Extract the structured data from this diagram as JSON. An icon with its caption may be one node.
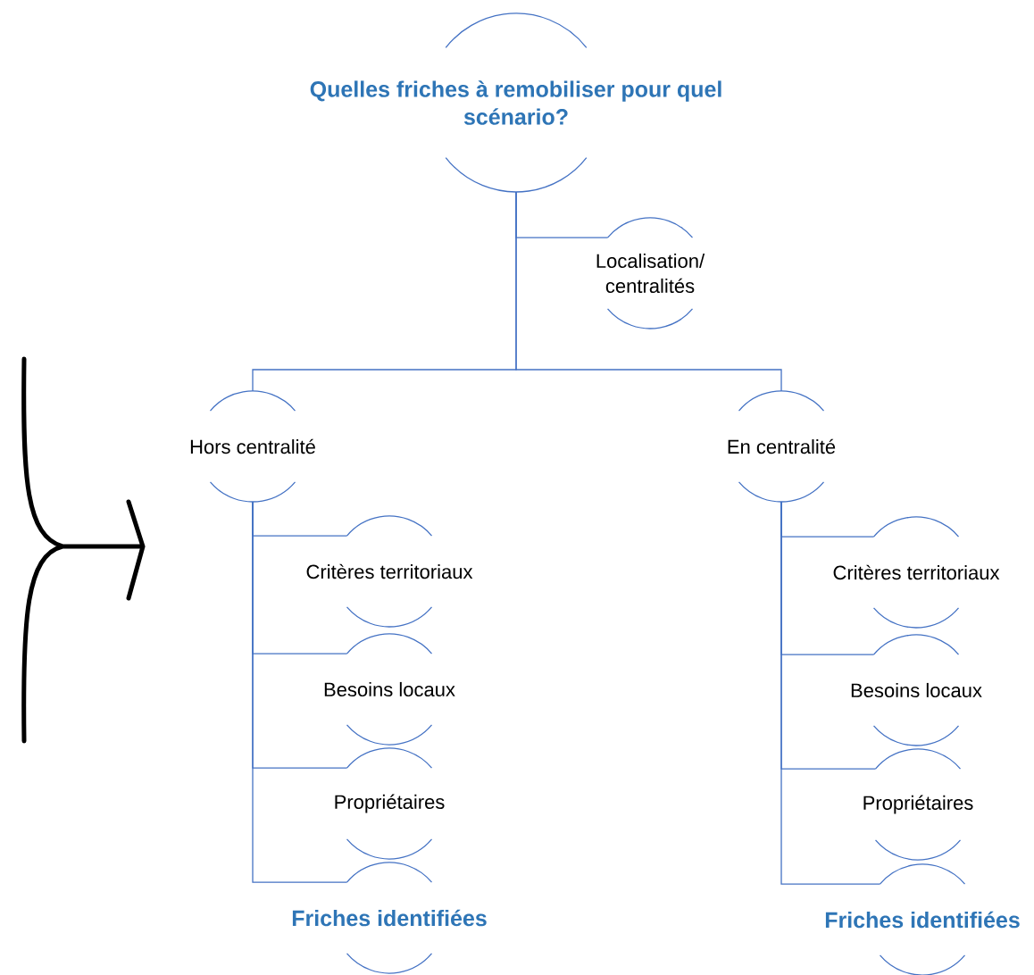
{
  "diagram": {
    "nodes": [
      {
        "text": [
          "Quelles friches à remobiliser pour quel scénario?"
        ]
      },
      {
        "text": [
          "Localisation/ centralités"
        ]
      },
      {
        "text": [
          "Hors centralité"
        ]
      },
      {
        "text": [
          "En centralité"
        ]
      },
      {
        "text": [
          "Critères territoriaux"
        ]
      },
      {
        "text": [
          "Besoins locaux"
        ]
      },
      {
        "text": [
          "Propriétaires"
        ]
      },
      {
        "text": [
          "Friches identifiées"
        ]
      },
      {
        "text": [
          "Critères territoriaux"
        ]
      },
      {
        "text": [
          "Besoins locaux"
        ]
      },
      {
        "text": [
          "Propriétaires"
        ]
      },
      {
        "text": [
          "Friches identifiées"
        ]
      }
    ],
    "edges": [
      {
        "from": 0,
        "to": 1,
        "arrow": "none"
      },
      {
        "from": 0,
        "to": 2,
        "arrow": "none"
      },
      {
        "from": 0,
        "to": 3,
        "arrow": "none"
      },
      {
        "from": 2,
        "to": 4,
        "arrow": "none"
      },
      {
        "from": 2,
        "to": 5,
        "arrow": "none"
      },
      {
        "from": 2,
        "to": 6,
        "arrow": "none"
      },
      {
        "from": 2,
        "to": 7,
        "arrow": "none"
      },
      {
        "from": 3,
        "to": 8,
        "arrow": "none"
      },
      {
        "from": 3,
        "to": 9,
        "arrow": "none"
      },
      {
        "from": 3,
        "to": 10,
        "arrow": "none"
      },
      {
        "from": 3,
        "to": 11,
        "arrow": "none"
      }
    ]
  }
}
